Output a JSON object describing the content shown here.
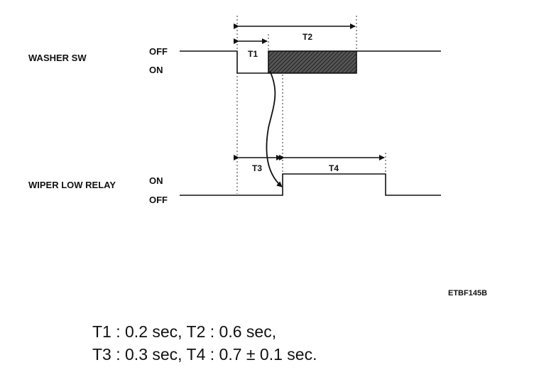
{
  "signals": {
    "washer": {
      "name": "WASHER SW",
      "state_high": "OFF",
      "state_low": "ON"
    },
    "wiper": {
      "name": "WIPER LOW RELAY",
      "state_high": "ON",
      "state_low": "OFF"
    }
  },
  "intervals": {
    "t1": "T1",
    "t2": "T2",
    "t3": "T3",
    "t4": "T4"
  },
  "figure_id": "ETBF145B",
  "spec": {
    "line1": "T1 : 0.2 sec, T2 : 0.6 sec,",
    "line2": "T3 : 0.3 sec, T4 : 0.7 ± 0.1 sec."
  }
}
